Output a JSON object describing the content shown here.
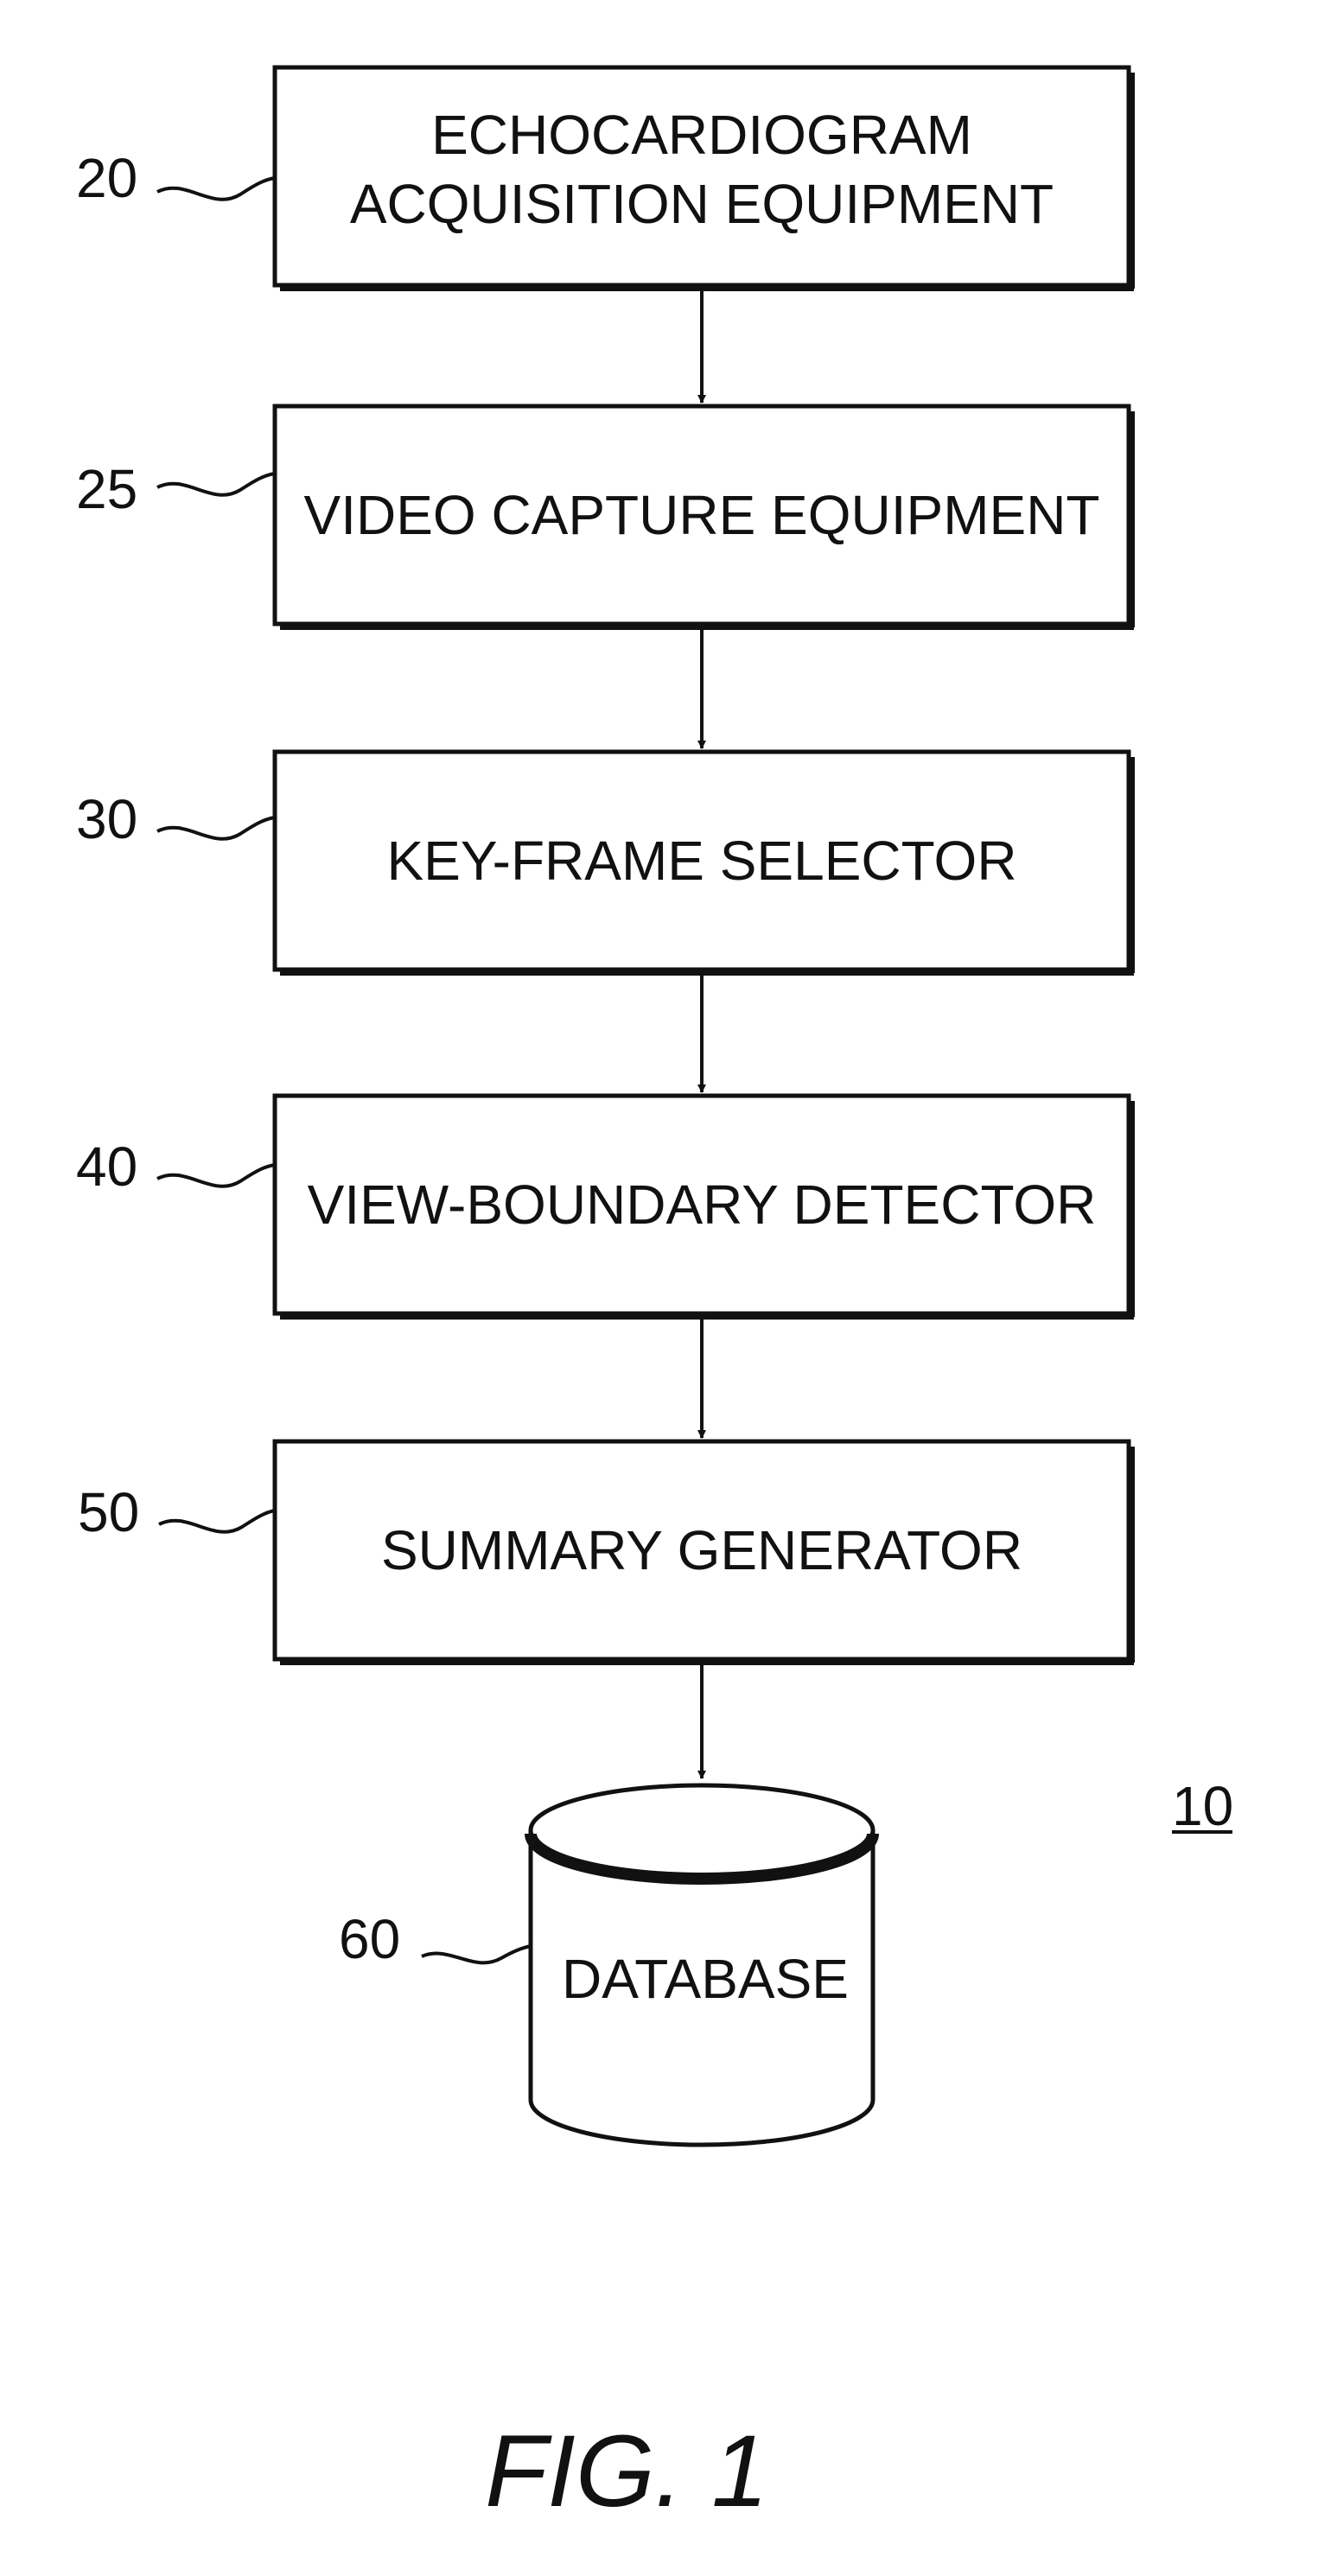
{
  "diagram": {
    "system_ref": "10",
    "figure_label": "FIG. 1",
    "blocks": [
      {
        "ref": "20",
        "lines": [
          "ECHOCARDIOGRAM",
          "ACQUISITION EQUIPMENT"
        ]
      },
      {
        "ref": "25",
        "lines": [
          "VIDEO CAPTURE EQUIPMENT"
        ]
      },
      {
        "ref": "30",
        "lines": [
          "KEY-FRAME SELECTOR"
        ]
      },
      {
        "ref": "40",
        "lines": [
          "VIEW-BOUNDARY DETECTOR"
        ]
      },
      {
        "ref": "50",
        "lines": [
          "SUMMARY GENERATOR"
        ]
      }
    ],
    "database": {
      "ref": "60",
      "label": "DATABASE"
    }
  }
}
